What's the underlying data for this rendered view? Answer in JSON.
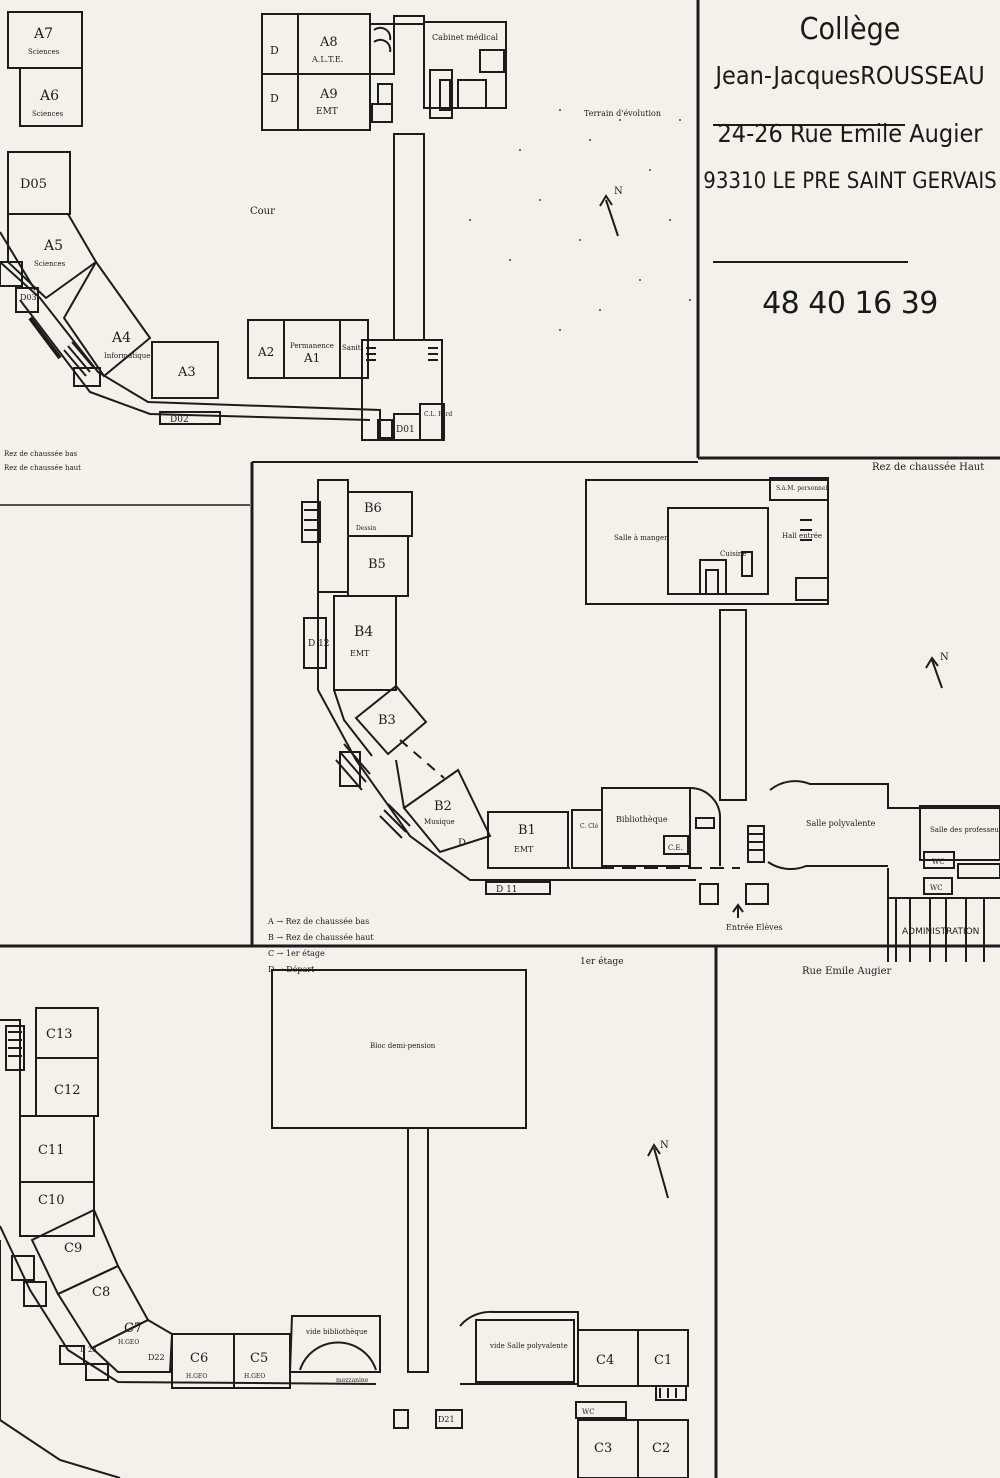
{
  "info": {
    "college": "Collège",
    "name": "Jean-JacquesROUSSEAU",
    "street": "24-26 Rue Emile Augier",
    "city": "93310 LE PRE SAINT GERVAIS",
    "phone": "48 40 16 39"
  },
  "labels": {
    "a7": "A7",
    "a7_sub": "Sciences",
    "a6": "A6",
    "a6_sub": "Sciences",
    "d05": "D05",
    "a5": "A5",
    "a5_sub": "Sciences",
    "d03": "D03",
    "a4": "A4",
    "a4_sub": "Informatique",
    "a3b": "A3",
    "a1b": "A1",
    "a8": "A8",
    "a8_sub": "A.L.T.E.",
    "a9": "A9",
    "a9_sub": "EMT",
    "d_top1": "D",
    "d_top2": "D",
    "cabinet": "Cabinet médical",
    "terrain": "Terrain d'évolution",
    "cour": "Cour",
    "a2": "A2",
    "perm": "Permanence",
    "a1": "A1",
    "sanit": "Sanit.",
    "d02": "D02",
    "d01": "D01",
    "cl_ford": "C.L. Ford",
    "legend_a_side": "Rez de chaussée bas",
    "legend_b_side": "Rez de chaussée haut",
    "rez_haut": "Rez de chaussée Haut",
    "b6": "B6",
    "b6_sub": "Dessin",
    "b5": "B5",
    "d12": "D 12",
    "b4": "B4",
    "b4_sub": "EMT",
    "b3": "B3",
    "b2": "B2",
    "b2_sub": "Musique",
    "d_b": "D",
    "b1": "B1",
    "b1_sub": "EMT",
    "c_cle": "C. Clé",
    "biblio": "Bibliothèque",
    "ce": "C.E.",
    "d11": "D 11",
    "salle_manger": "Salle à manger",
    "cuisine": "Cuisine",
    "hall": "Hall entrée",
    "salle_pers": "S.à.M. personnel",
    "salle_poly": "Salle polyvalente",
    "salle_prof": "Salle des professeurs",
    "wc1": "WC",
    "wc2": "WC",
    "admin": "ADMINISTRATION",
    "entree": "Entrée Elèves",
    "rue": "Rue Emile Augier",
    "leg_a": "A → Rez de chaussée bas",
    "leg_b": "B → Rez de chaussée haut",
    "leg_c": "C → 1er étage",
    "leg_d": "D → Départ",
    "etage1": "1er étage",
    "bloc": "Bloc demi-pension",
    "c13": "C13",
    "c12": "C12",
    "c11": "C11",
    "c10": "C10",
    "c9": "C9",
    "c8": "C8",
    "c7": "C7",
    "c7_sub": "H.GEO",
    "d23": "D 23",
    "d22": "D22",
    "c6": "C6",
    "c6_sub": "H.GEO",
    "c5": "C5",
    "c5_sub": "H.GEO",
    "vide_biblio": "vide bibliothèque",
    "mezzanine": "mezzanine",
    "vide_poly": "vide Salle polyvalente",
    "c4": "C4",
    "c1": "C1",
    "c3": "C3",
    "c2": "C2",
    "d21": "D21",
    "wc3": "WC",
    "n1": "N",
    "n2": "N",
    "n3": "N"
  }
}
